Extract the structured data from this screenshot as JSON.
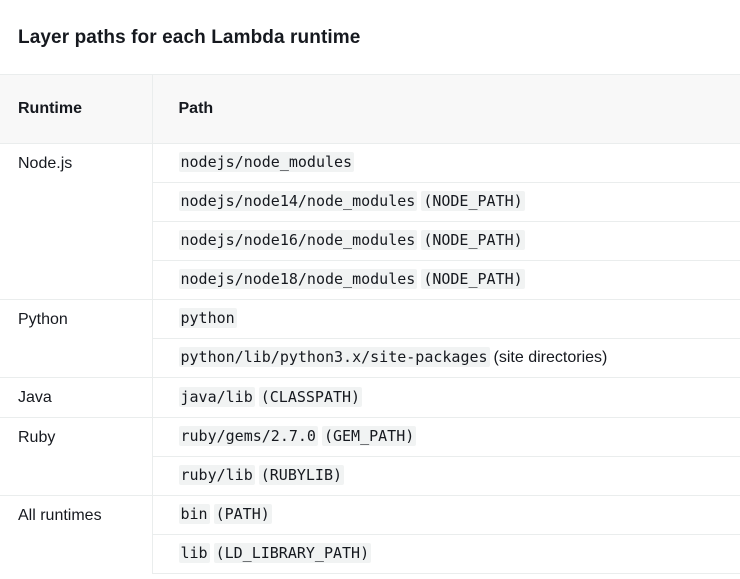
{
  "panel": {
    "title": "Layer paths for each Lambda runtime"
  },
  "table": {
    "columns": [
      {
        "key": "runtime",
        "label": "Runtime"
      },
      {
        "key": "path",
        "label": "Path"
      }
    ],
    "groups": [
      {
        "runtime": "Node.js",
        "paths": [
          {
            "code": "nodejs/node_modules",
            "suffix": "",
            "suffix_mono": true
          },
          {
            "code": "nodejs/node14/node_modules",
            "suffix": "(NODE_PATH)",
            "suffix_mono": true
          },
          {
            "code": "nodejs/node16/node_modules",
            "suffix": "(NODE_PATH)",
            "suffix_mono": true
          },
          {
            "code": "nodejs/node18/node_modules",
            "suffix": "(NODE_PATH)",
            "suffix_mono": true
          }
        ]
      },
      {
        "runtime": "Python",
        "paths": [
          {
            "code": "python",
            "suffix": "",
            "suffix_mono": true
          },
          {
            "code": "python/lib/python3.x/site-packages",
            "suffix": "(site directories)",
            "suffix_mono": false
          }
        ]
      },
      {
        "runtime": "Java",
        "paths": [
          {
            "code": "java/lib",
            "suffix": "(CLASSPATH)",
            "suffix_mono": true
          }
        ]
      },
      {
        "runtime": "Ruby",
        "paths": [
          {
            "code": "ruby/gems/2.7.0",
            "suffix": "(GEM_PATH)",
            "suffix_mono": true
          },
          {
            "code": "ruby/lib",
            "suffix": "(RUBYLIB)",
            "suffix_mono": true
          }
        ]
      },
      {
        "runtime": "All runtimes",
        "paths": [
          {
            "code": "bin",
            "suffix": "(PATH)",
            "suffix_mono": true
          },
          {
            "code": "lib",
            "suffix": "(LD_LIBRARY_PATH)",
            "suffix_mono": true
          }
        ]
      }
    ]
  },
  "colors": {
    "background": "#ffffff",
    "header_background": "#f8f8f8",
    "border": "#eaeded",
    "text": "#16191f",
    "code_background": "#f1f3f3"
  }
}
